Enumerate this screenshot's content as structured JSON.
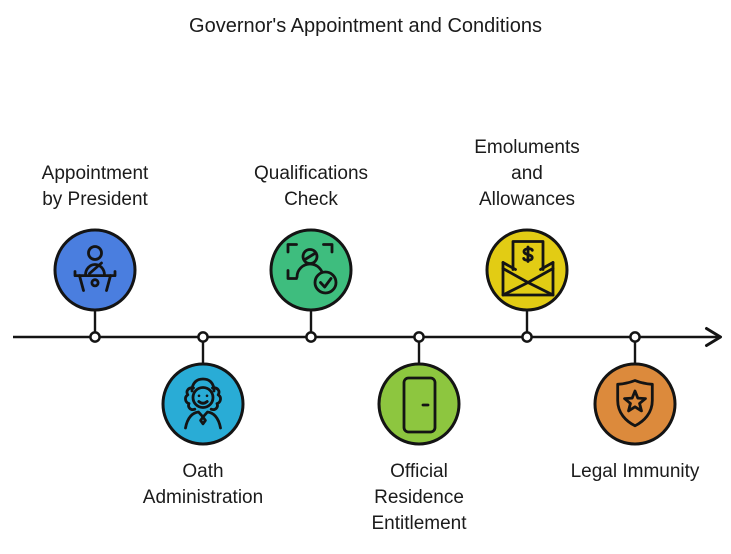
{
  "title": "Governor's Appointment and Conditions",
  "axis": {
    "direction": "left-to-right",
    "style": "arrow-line-with-dots"
  },
  "colors": {
    "background": "#ffffff",
    "stroke": "#141414",
    "text": "#1b1b1b",
    "dot_fill": "#ffffff"
  },
  "milestones": [
    {
      "label": "Appointment\nby President",
      "icon": "speaker-podium-icon",
      "color": "#4A7EDF",
      "side": "above"
    },
    {
      "label": "Oath\nAdministration",
      "icon": "judge-wig-icon",
      "color": "#29ACD6",
      "side": "below"
    },
    {
      "label": "Qualifications\nCheck",
      "icon": "person-verify-icon",
      "color": "#3EBD7E",
      "side": "above"
    },
    {
      "label": "Official\nResidence\nEntitlement",
      "icon": "door-icon",
      "color": "#8DC63F",
      "side": "below"
    },
    {
      "label": "Emoluments\nand\nAllowances",
      "icon": "envelope-dollar-icon",
      "color": "#E2CC14",
      "side": "above"
    },
    {
      "label": "Legal Immunity",
      "icon": "shield-star-icon",
      "color": "#DC8A3C",
      "side": "below"
    }
  ]
}
